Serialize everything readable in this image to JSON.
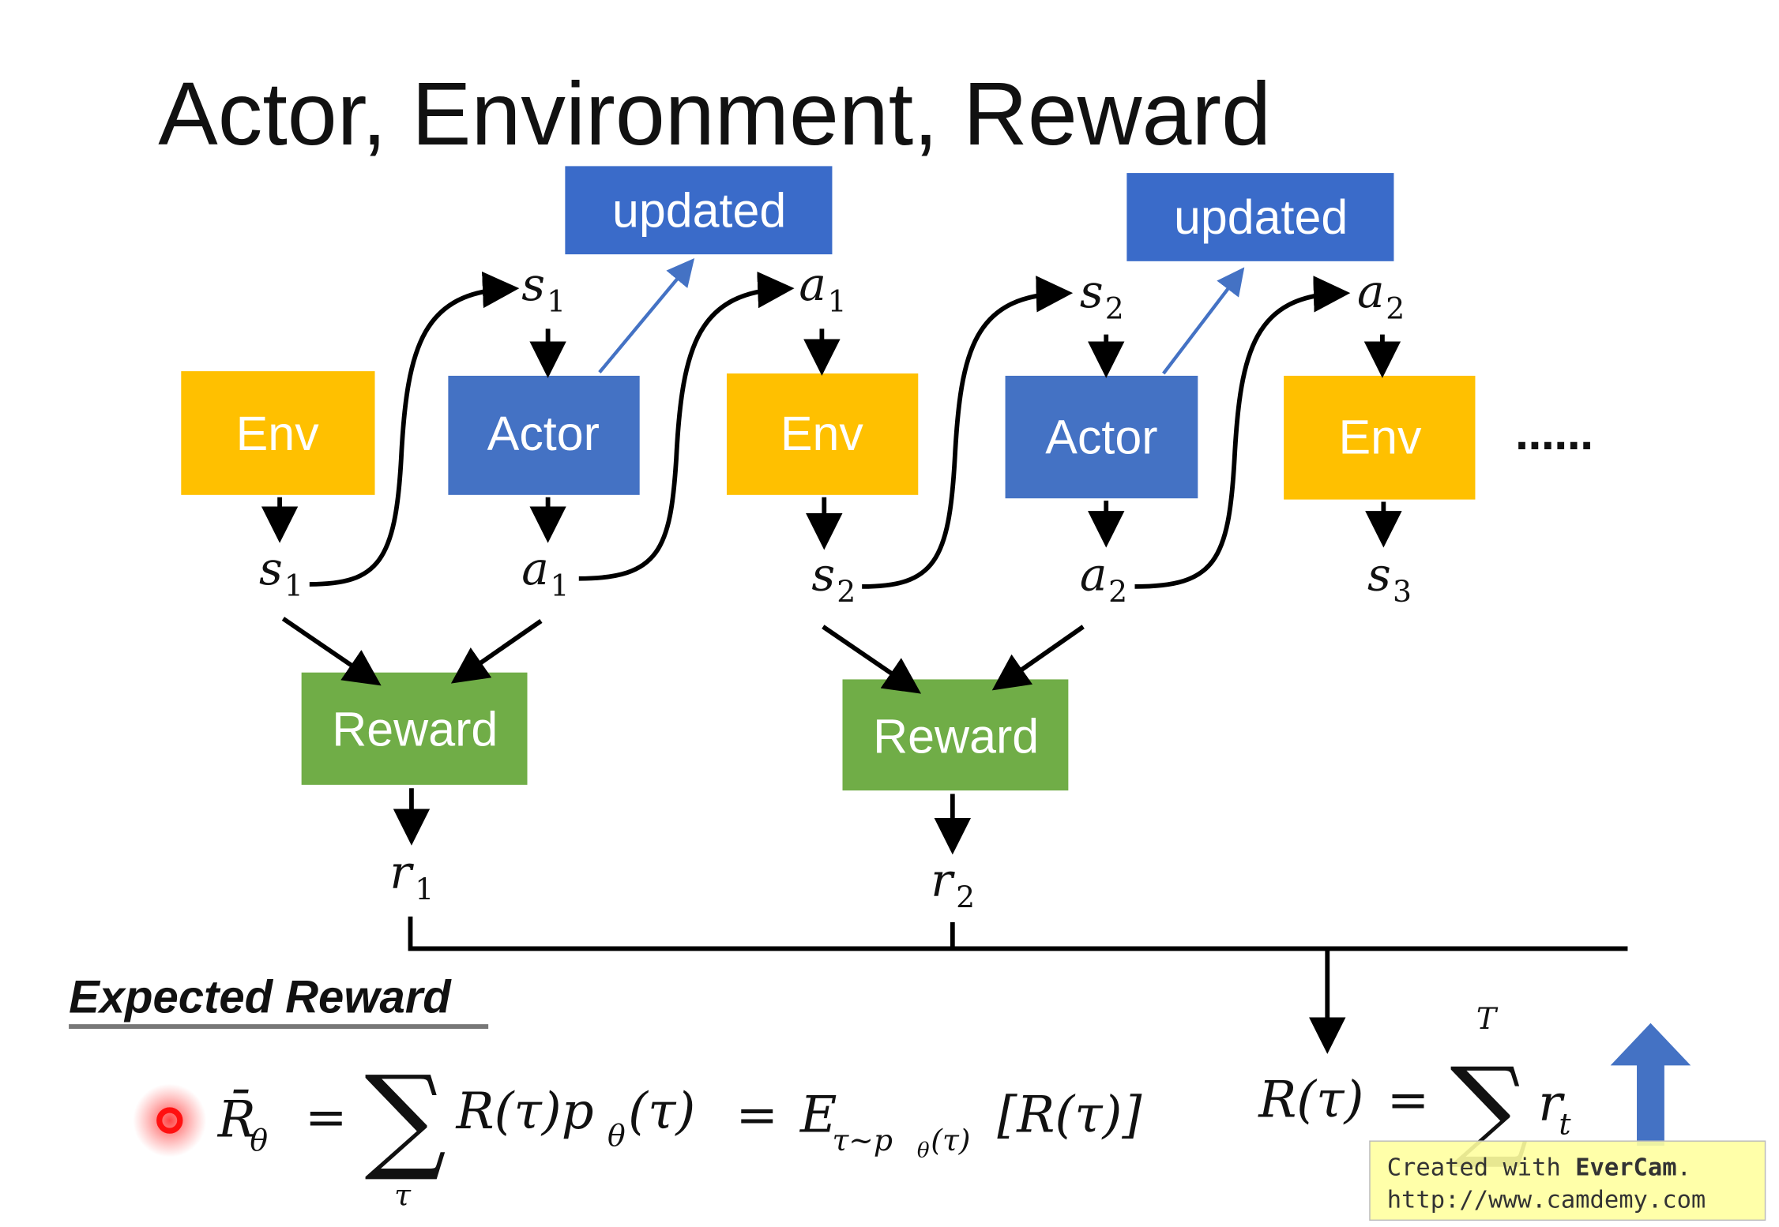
{
  "title": "Actor, Environment, Reward",
  "colors": {
    "env": "#FFC000",
    "actor": "#4472C4",
    "reward": "#70AD47",
    "updated": "#3A6BC9",
    "arrow_blue": "#4472C4",
    "watermark_bg": "#FFFFA0"
  },
  "boxes": {
    "updated": "updated",
    "env": "Env",
    "actor": "Actor",
    "reward": "Reward"
  },
  "ellipsis": "……",
  "top_labels": [
    {
      "v": "s",
      "i": "1"
    },
    {
      "v": "a",
      "i": "1"
    },
    {
      "v": "s",
      "i": "2"
    },
    {
      "v": "a",
      "i": "2"
    }
  ],
  "bottom_labels": [
    {
      "v": "s",
      "i": "1"
    },
    {
      "v": "a",
      "i": "1"
    },
    {
      "v": "s",
      "i": "2"
    },
    {
      "v": "a",
      "i": "2"
    },
    {
      "v": "s",
      "i": "3"
    }
  ],
  "rewards": [
    {
      "v": "r",
      "i": "1"
    },
    {
      "v": "r",
      "i": "2"
    }
  ],
  "expected_reward_heading": "Expected Reward",
  "formula_expected": {
    "lhs": "R̄",
    "lhs_sub": "θ",
    "eq": "=",
    "sum": "∑",
    "sum_sub": "τ",
    "term": "R(τ)p",
    "term_sub": "θ",
    "term_end": "(τ)",
    "eq2": "=",
    "E": "E",
    "E_sub": "τ~p",
    "E_sub2": "θ",
    "E_sub3": "(τ)",
    "E_arg": "[R(τ)]"
  },
  "formula_return": {
    "lhs": "R(τ)",
    "eq": "=",
    "sum": "∑",
    "sum_sup": "T",
    "term": "r",
    "term_sub": "t"
  },
  "watermark": {
    "line1_prefix": "Created with ",
    "line1_brand": "EverCam",
    "line1_suffix": ".",
    "line2": "http://www.camdemy.com"
  }
}
